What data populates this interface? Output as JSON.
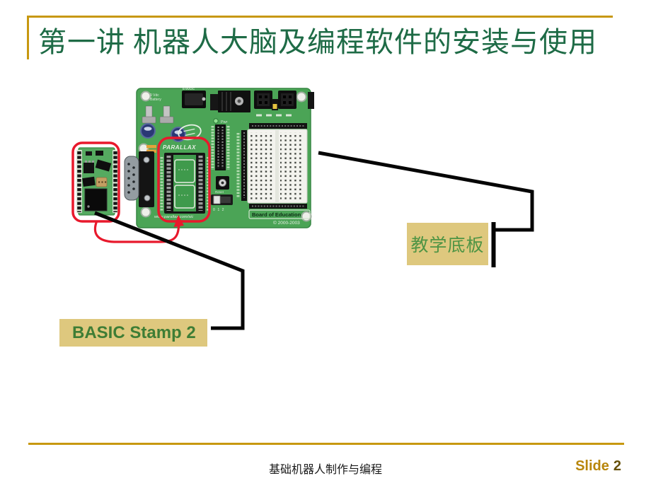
{
  "title": "第一讲 机器人大脑及编程软件的安装与使用",
  "callout_labels": {
    "baseboard": "教学底板",
    "stamp_module": "BASIC Stamp 2"
  },
  "board": {
    "power_jack_label": "6-9VDC",
    "battery_line1": "9 Vdc",
    "battery_line2": "Battery",
    "logo": "PARALLAX",
    "pwr_label": "Pwr",
    "reset_label": "Reset",
    "switch_positions": "0  1  2",
    "name_plate": "Board of Education",
    "copyright": "© 2000-2003",
    "url": "www.parallax.com/sic"
  },
  "footer": {
    "course": "基础机器人制作与编程",
    "slide_label": "Slide",
    "slide_number": "2"
  },
  "colors": {
    "accent_gold": "#C79810",
    "title_green": "#1E6B46",
    "label_box_bg": "#DEC87E",
    "baseboard_text_green": "#4E9444",
    "stamp_text_green": "#3E7D35",
    "highlight_red": "#E8192C",
    "board_green": "#4BA456",
    "slide_number_gold": "#B8860B"
  }
}
